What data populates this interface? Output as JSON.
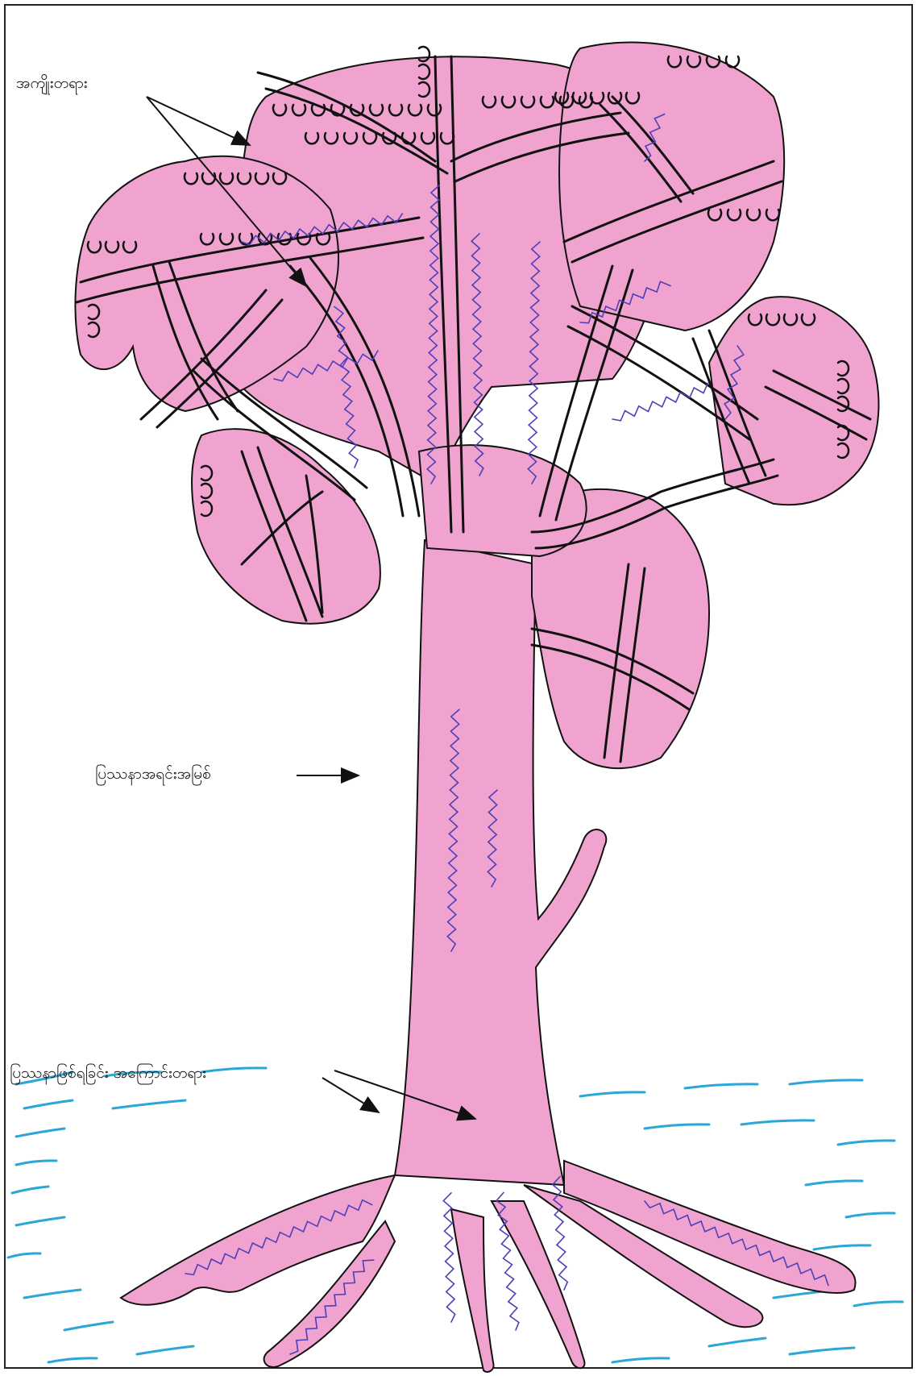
{
  "diagram": {
    "labels": {
      "effects": "အကျိုးတရား",
      "core_problem": "ပြဿနာအရင်းအမြစ်",
      "causes": "ပြဿနာဖြစ်ရခြင်း အကြောင်းတရား"
    },
    "colors": {
      "fill": "#f1a3cf",
      "fill_edge": "#e07bb9",
      "outline": "#111111",
      "handwriting": "#4f3fb8",
      "water": "#2aa7d6",
      "background": "#ffffff"
    }
  }
}
